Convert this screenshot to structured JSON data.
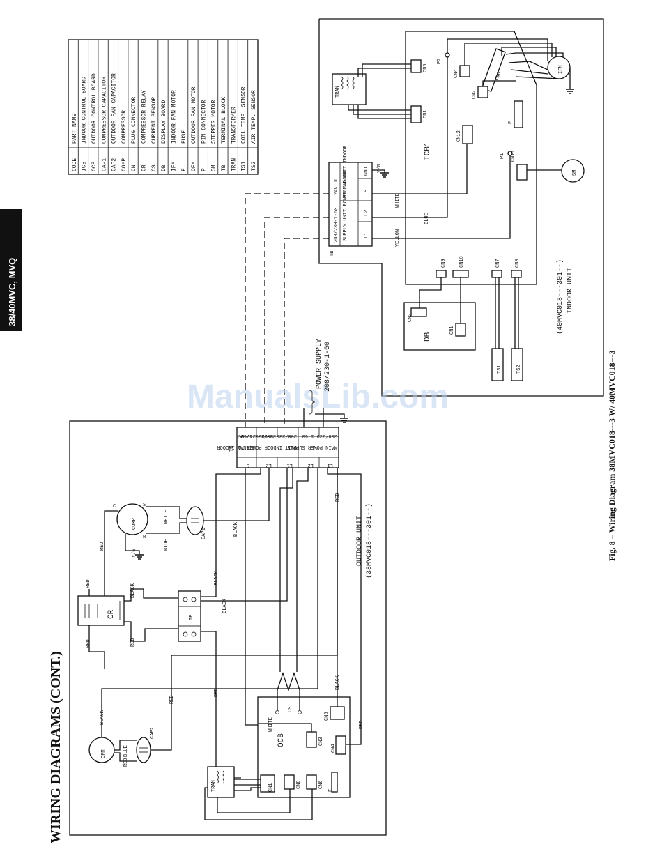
{
  "page": {
    "section_title": "WIRING DIAGRAMS (CONT.)",
    "side_tab": "38/40MVC, MVQ",
    "caption": "Fig. 8 – Wiring Diagram 38MVC018---3 W/ 40MVC018---3",
    "watermark": "ManualsLib.com"
  },
  "legend": {
    "header_code": "CODE",
    "header_name": "PART NAME",
    "rows": [
      {
        "code": "ICB",
        "name": "INDOOR CONTROL BOARD"
      },
      {
        "code": "OCB",
        "name": "OUTDOOR CONTROL BOARD"
      },
      {
        "code": "CAP1",
        "name": "COMPRESSOR CAPACITOR"
      },
      {
        "code": "CAP2",
        "name": "OUTDOOR FAN CAPACITOR"
      },
      {
        "code": "COMP",
        "name": "COMPRESSOR"
      },
      {
        "code": "CN",
        "name": "PLUG CONNECTOR"
      },
      {
        "code": "CR",
        "name": "COMPRESSOR RELAY"
      },
      {
        "code": "CS",
        "name": "CURRENT SENSOR"
      },
      {
        "code": "DB",
        "name": "DISPLAY BOARD"
      },
      {
        "code": "IFM",
        "name": "INDOOR FAN MOTOR"
      },
      {
        "code": "F",
        "name": "FUSE"
      },
      {
        "code": "OFM",
        "name": "OUTDOOR FAN MOTOR"
      },
      {
        "code": "P",
        "name": "PIN CONNECTOR"
      },
      {
        "code": "SM",
        "name": "STEPPER MOTOR"
      },
      {
        "code": "TB",
        "name": "TERMINAL BLOCK"
      },
      {
        "code": "TRAN",
        "name": "TRANSFORMER"
      },
      {
        "code": "TS1",
        "name": "COIL TEMP. SENSOR"
      },
      {
        "code": "TS2",
        "name": "AIR TEMP. SENSOR"
      }
    ]
  },
  "indoor_unit": {
    "label": "INDOOR UNIT",
    "model": "(40MVC018---301--)",
    "board": "ICB1",
    "components": {
      "tran": "TRAN",
      "ifm": "IFM",
      "sm": "SM",
      "fuse": "F",
      "db": "DB",
      "ts1": "TS1",
      "ts2": "TS2",
      "p1": "P1",
      "p2": "P2",
      "cn5": "CN5",
      "cn1": "CN1",
      "cn4": "CN4",
      "cn6": "CN6",
      "cn2": "CN2",
      "cn12": "CN12",
      "cn11": "CN11",
      "cn9": "CN9",
      "cn10": "CN10",
      "cn7": "CN7",
      "cn8": "CN8",
      "db_cn2": "CN2",
      "db_cn1": "CN1"
    },
    "tb": {
      "label": "TB",
      "terminals": [
        "S",
        "L2",
        "L1"
      ],
      "gnd": "GND",
      "sections": [
        "SIGNAL UNIT INDOOR",
        "SUPPLY UNIT POWER INDOOR"
      ],
      "ratings": [
        "24V DC",
        "208/230-1-60"
      ]
    },
    "wires": {
      "yg": "Y/G",
      "white": "WHITE",
      "blue": "BLUE",
      "yellow": "YELLOW"
    }
  },
  "outdoor_unit": {
    "label": "OUTDOOR UNIT",
    "model": "(38MVC018---301--)",
    "power_supply_label": "POWER SUPPLY",
    "power_supply_rating": "208/230-1-60",
    "tb": {
      "label": "TB",
      "terminals": [
        "S",
        "L2",
        "L1",
        "L2",
        "L1"
      ],
      "sections": [
        "SIGNAL INDOOR",
        "UNIT INDOOR POWER TO",
        "MAIN POWER SUPPLY"
      ],
      "ratings": [
        "24V DC",
        "208/230-1-60",
        "208/230-1-60",
        "208/230-1-60"
      ]
    },
    "components": {
      "comp": "COMP",
      "cap1": "CAP1",
      "cap2": "CAP2",
      "cr": "CR",
      "tb2": "TB",
      "ofm": "OFM",
      "ocb": "OCB",
      "tran": "TRAN",
      "cs": "CS",
      "fuse": "F",
      "cn1": "CN1",
      "cn3": "CN3",
      "cn4": "CN4",
      "cn5": "CN5",
      "cn6": "CN6",
      "cn8": "CN8",
      "pin_c": "C",
      "pin_s": "S",
      "pin_r": "R"
    },
    "wires": {
      "red": "RED",
      "black": "BLACK",
      "white": "WHITE",
      "blue": "BLUE",
      "yg": "Y/G"
    }
  }
}
